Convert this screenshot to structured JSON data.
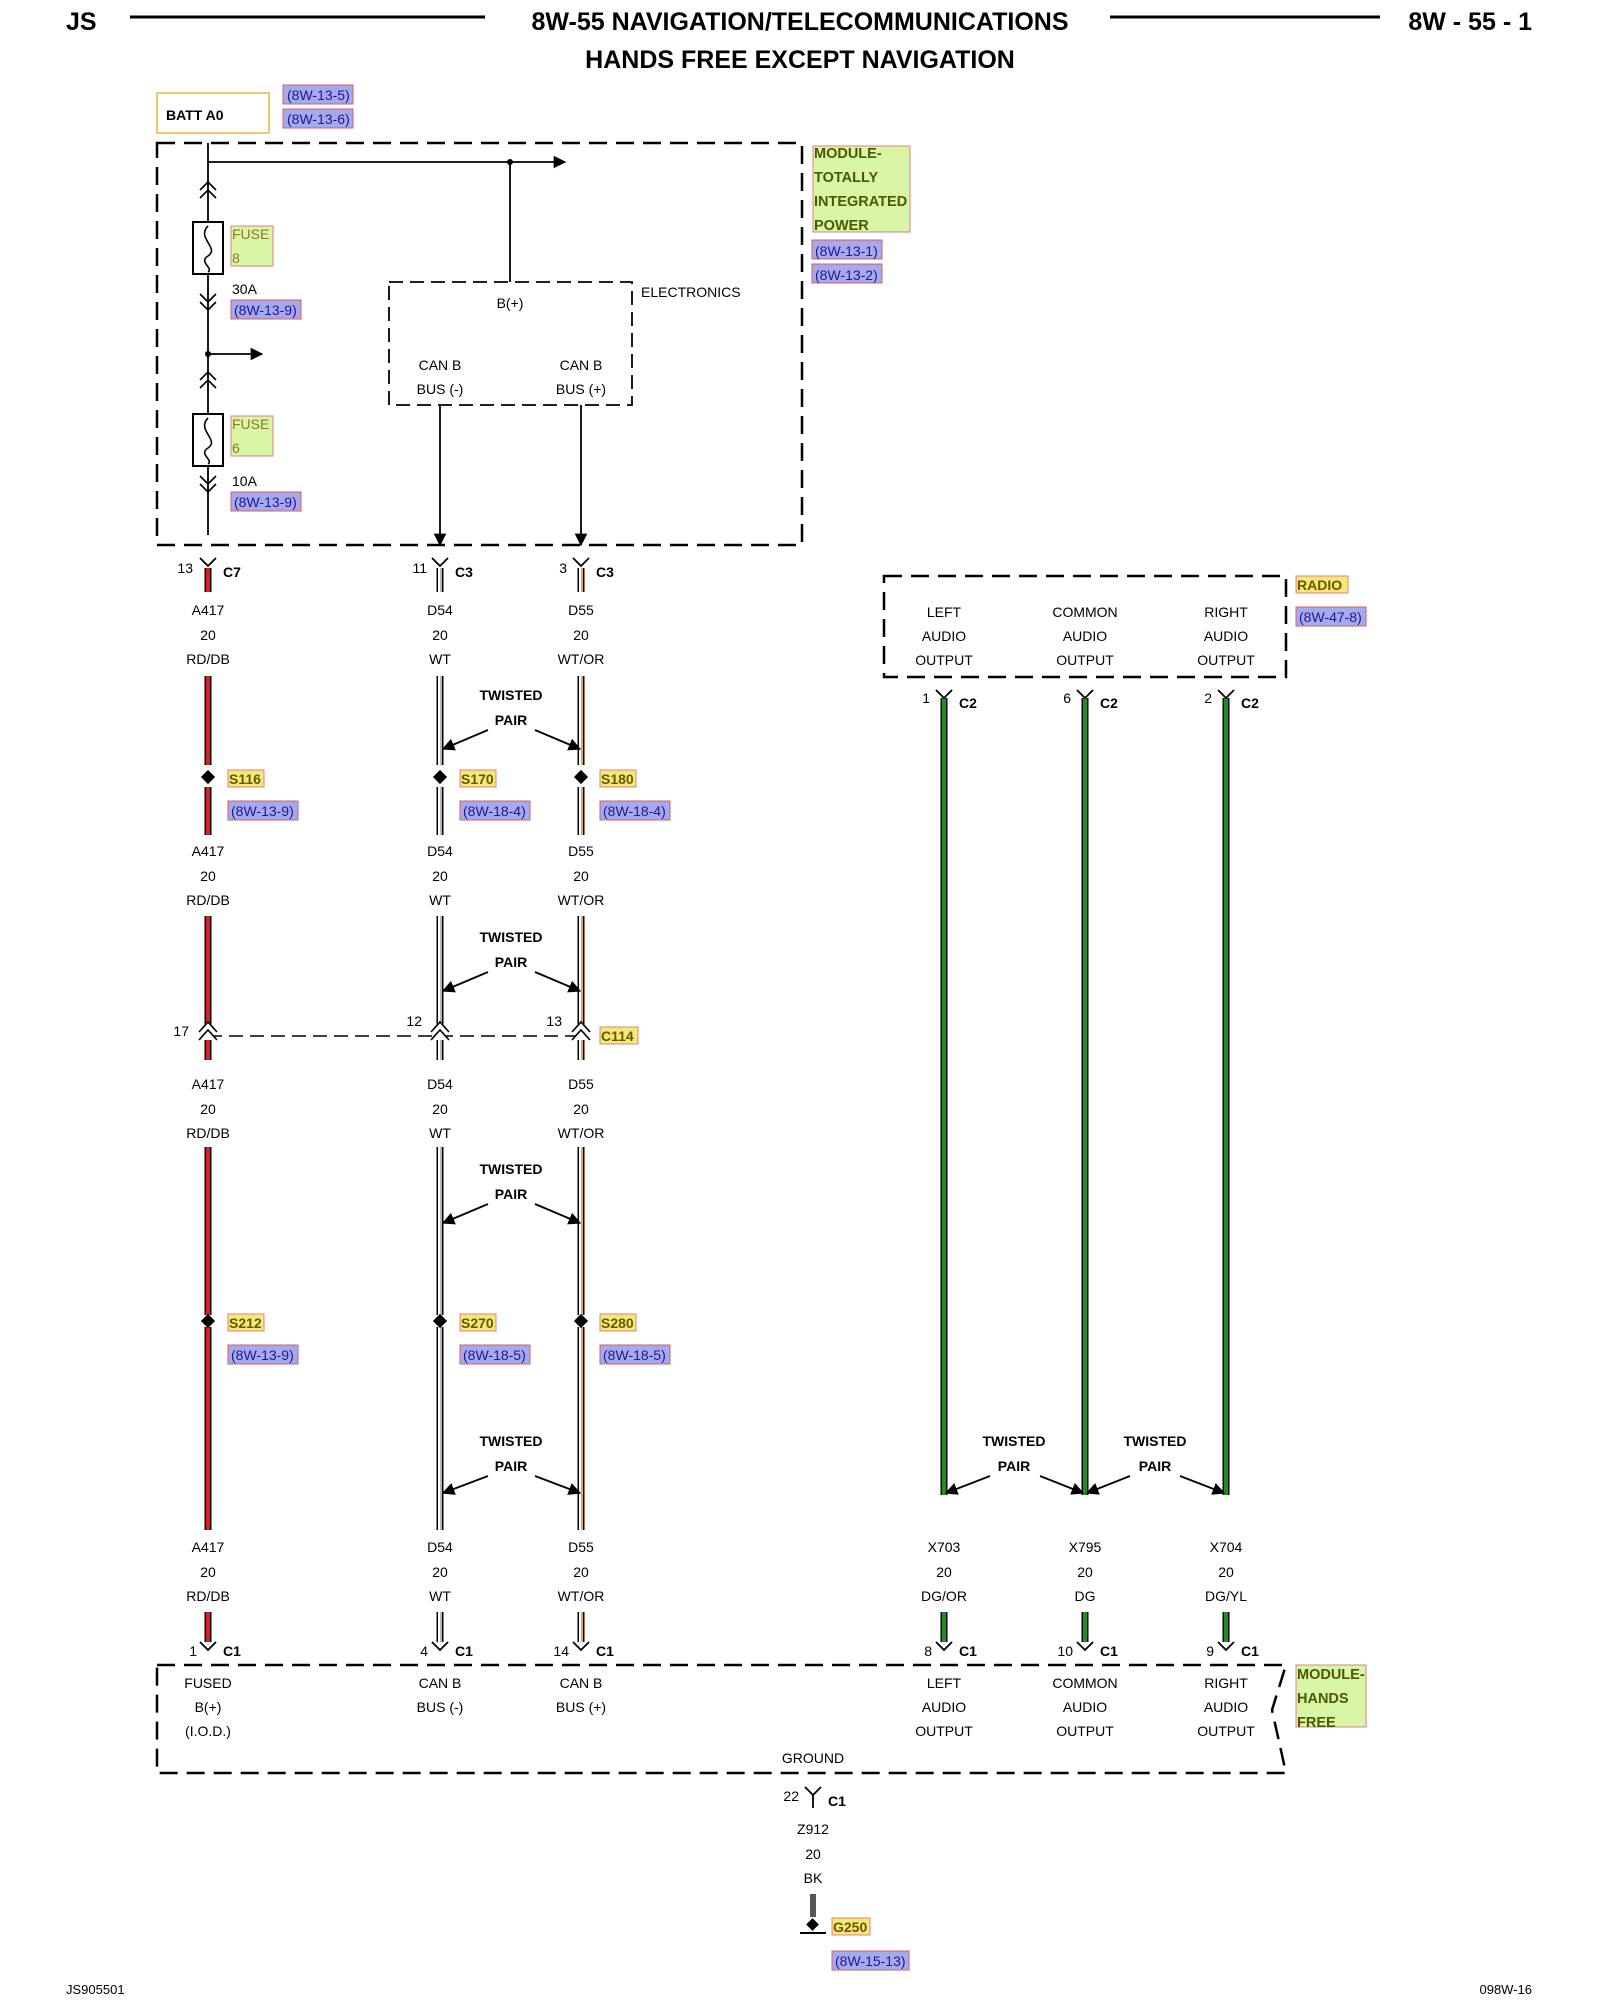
{
  "header": {
    "left": "JS",
    "title": "8W-55 NAVIGATION/TELECOMMUNICATIONS",
    "subtitle": "HANDS FREE EXCEPT NAVIGATION",
    "right": "8W - 55 - 1"
  },
  "footer": {
    "left": "JS905501",
    "right": "098W-16"
  },
  "batt": {
    "label": "BATT A0",
    "refs": [
      "(8W-13-5)",
      "(8W-13-6)"
    ]
  },
  "tipm": {
    "lines": [
      "MODULE-",
      "TOTALLY",
      "INTEGRATED",
      "POWER"
    ],
    "refs": [
      "(8W-13-1)",
      "(8W-13-2)"
    ],
    "fuses": [
      {
        "label": "FUSE",
        "num": "8",
        "rating": "30A",
        "ref": "(8W-13-9)"
      },
      {
        "label": "FUSE",
        "num": "6",
        "rating": "10A",
        "ref": "(8W-13-9)"
      }
    ],
    "electronics": "ELECTRONICS",
    "bplus": "B(+)",
    "canb_minus": [
      "CAN B",
      "BUS (-)"
    ],
    "canb_plus": [
      "CAN B",
      "BUS (+)"
    ]
  },
  "top_connectors": [
    {
      "pin": "13",
      "conn": "C7"
    },
    {
      "pin": "11",
      "conn": "C3"
    },
    {
      "pin": "3",
      "conn": "C3"
    }
  ],
  "wires": {
    "a417": [
      "A417",
      "20",
      "RD/DB"
    ],
    "d54": [
      "D54",
      "20",
      "WT"
    ],
    "d55": [
      "D55",
      "20",
      "WT/OR"
    ],
    "x703": [
      "X703",
      "20",
      "DG/OR"
    ],
    "x795": [
      "X795",
      "20",
      "DG"
    ],
    "x704": [
      "X704",
      "20",
      "DG/YL"
    ],
    "z912": [
      "Z912",
      "20",
      "BK"
    ]
  },
  "twisted_pair": [
    "TWISTED",
    "PAIR"
  ],
  "splices_row1": [
    {
      "name": "S116",
      "ref": "(8W-13-9)"
    },
    {
      "name": "S170",
      "ref": "(8W-18-4)"
    },
    {
      "name": "S180",
      "ref": "(8W-18-4)"
    }
  ],
  "splices_row2": [
    {
      "name": "S212",
      "ref": "(8W-13-9)"
    },
    {
      "name": "S270",
      "ref": "(8W-18-5)"
    },
    {
      "name": "S280",
      "ref": "(8W-18-5)"
    }
  ],
  "c114": {
    "pins": [
      "17",
      "12",
      "13"
    ],
    "name": "C114"
  },
  "radio": {
    "tag": "RADIO",
    "ref": "(8W-47-8)",
    "outputs": [
      [
        "LEFT",
        "AUDIO",
        "OUTPUT"
      ],
      [
        "COMMON",
        "AUDIO",
        "OUTPUT"
      ],
      [
        "RIGHT",
        "AUDIO",
        "OUTPUT"
      ]
    ],
    "connectors": [
      {
        "pin": "1",
        "conn": "C2"
      },
      {
        "pin": "6",
        "conn": "C2"
      },
      {
        "pin": "2",
        "conn": "C2"
      }
    ]
  },
  "bottom_connectors": [
    {
      "pin": "1",
      "conn": "C1"
    },
    {
      "pin": "4",
      "conn": "C1"
    },
    {
      "pin": "14",
      "conn": "C1"
    },
    {
      "pin": "8",
      "conn": "C1"
    },
    {
      "pin": "10",
      "conn": "C1"
    },
    {
      "pin": "9",
      "conn": "C1"
    }
  ],
  "hands_free": {
    "lines": [
      "MODULE-",
      "HANDS",
      "FREE"
    ],
    "pins": [
      [
        "FUSED",
        "B(+)",
        "(I.O.D.)"
      ],
      [
        "CAN B",
        "BUS (-)"
      ],
      [
        "CAN B",
        "BUS (+)"
      ],
      [
        "LEFT",
        "AUDIO",
        "OUTPUT"
      ],
      [
        "COMMON",
        "AUDIO",
        "OUTPUT"
      ],
      [
        "RIGHT",
        "AUDIO",
        "OUTPUT"
      ]
    ],
    "ground": "GROUND"
  },
  "ground_connector": {
    "pin": "22",
    "conn": "C1"
  },
  "ground_point": {
    "name": "G250",
    "ref": "(8W-15-13)"
  },
  "colors": {
    "red": "#d42020",
    "green": "#1f8f1f",
    "orange": "#e87a1a",
    "grey": "#9a9a9a",
    "ref_bg": "#a8a8ec",
    "tag_bg": "#f3e979",
    "module_bg": "#d9f5a6"
  }
}
